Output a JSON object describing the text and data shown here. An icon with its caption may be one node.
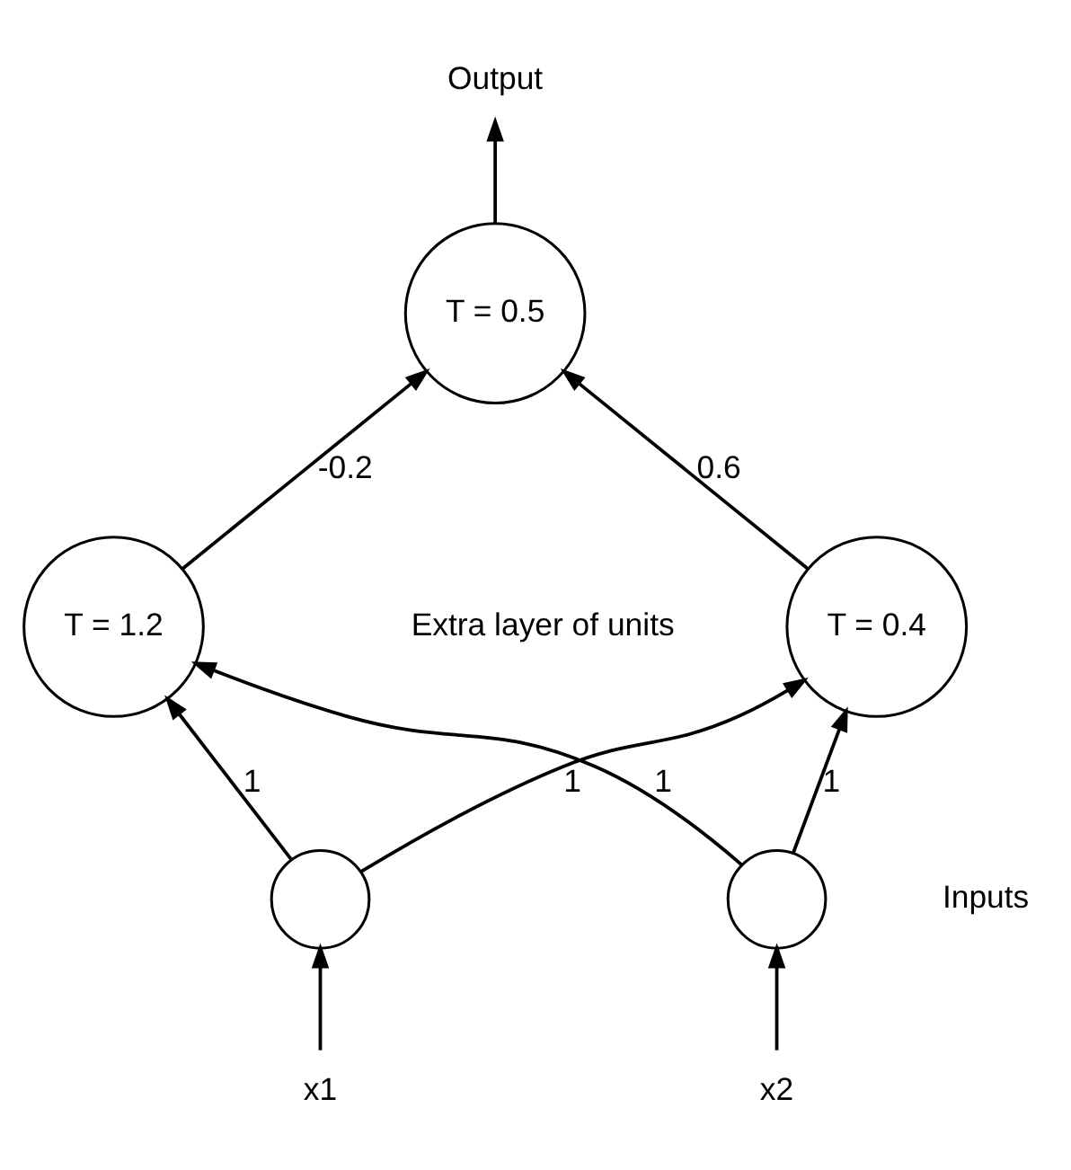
{
  "diagram": {
    "nodes": [
      {
        "text": [
          "T = 0.5"
        ]
      },
      {
        "text": [
          "T = 0.4"
        ]
      },
      {
        "text": [
          "T = 1.2"
        ]
      },
      {
        "text": [],
        "shape": "circle"
      },
      {
        "text": [],
        "shape": "circle"
      },
      {
        "text": [
          "Output"
        ]
      },
      {
        "text": [
          "x1"
        ]
      },
      {
        "text": [
          "x2"
        ]
      }
    ],
    "edges": [
      {
        "from": 0,
        "to": 5,
        "arrow": "to"
      },
      {
        "from": 1,
        "to": 0,
        "arrow": "to",
        "label": "0.6"
      },
      {
        "from": 2,
        "to": 0,
        "arrow": "to",
        "label": "-0.2"
      },
      {
        "from": 3,
        "to": 1,
        "arrow": "to",
        "label": "1"
      },
      {
        "from": 4,
        "to": 1,
        "arrow": "to",
        "label": "1"
      },
      {
        "from": 3,
        "to": 2,
        "arrow": "to",
        "label": "1"
      },
      {
        "from": 4,
        "to": 2,
        "arrow": "to",
        "label": "1"
      },
      {
        "from": 6,
        "to": 3,
        "arrow": "to"
      },
      {
        "from": 7,
        "to": 4,
        "arrow": "to"
      }
    ],
    "labels": [
      "Extra layer of units",
      "Inputs"
    ]
  }
}
